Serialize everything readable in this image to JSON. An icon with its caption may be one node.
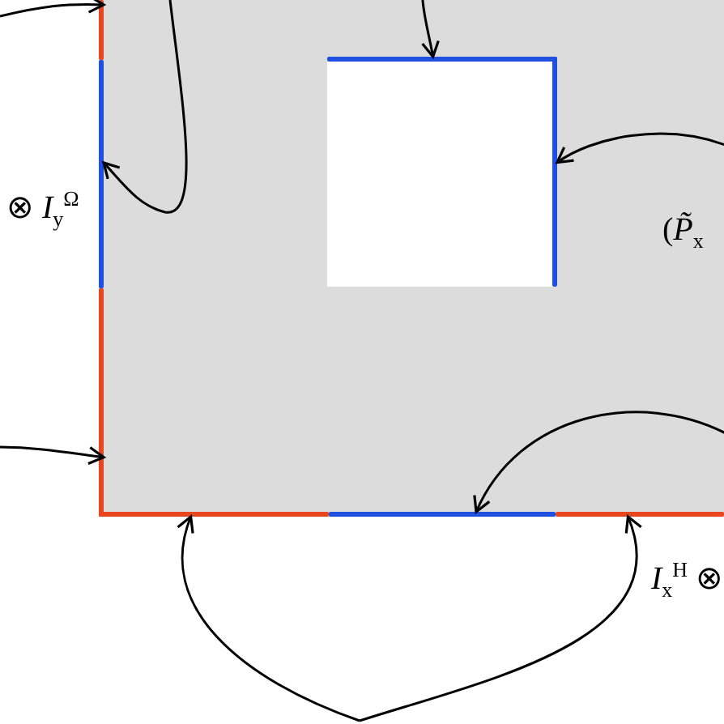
{
  "diagram": {
    "nodes": [
      {
        "text": [],
        "shape": "box"
      },
      {
        "text": [],
        "shape": "box",
        "in": 0
      },
      {
        "text": [],
        "shape": "bar",
        "in": 0
      },
      {
        "text": [],
        "shape": "bar",
        "in": 0
      },
      {
        "text": [],
        "shape": "bar",
        "in": 0
      },
      {
        "text": [],
        "shape": "bar",
        "in": 0
      },
      {
        "text": [],
        "shape": "bar",
        "in": 0
      },
      {
        "text": [],
        "shape": "bar",
        "in": 0
      },
      {
        "text": [],
        "shape": "bar",
        "in": 1
      },
      {
        "text": [],
        "shape": "bar",
        "in": 1
      }
    ],
    "edges": [
      {
        "from": null,
        "to": 2,
        "arrow": "to"
      },
      {
        "from": 0,
        "to": 3,
        "arrow": "to"
      },
      {
        "from": 0,
        "to": 8,
        "arrow": "to"
      },
      {
        "from": null,
        "to": 9,
        "arrow": "to"
      },
      {
        "from": null,
        "to": 4,
        "arrow": "to"
      },
      {
        "from": null,
        "to": 6,
        "arrow": "to"
      },
      {
        "from": null,
        "to": 5,
        "arrow": "to"
      },
      {
        "from": null,
        "to": 7,
        "arrow": "to"
      }
    ],
    "labels": [
      "⊗ *I*$_{y}$$^{Ω}$",
      "(*P̃*$_{x}$",
      "*I*$_{x}$$^{H}$ ⊗"
    ]
  }
}
